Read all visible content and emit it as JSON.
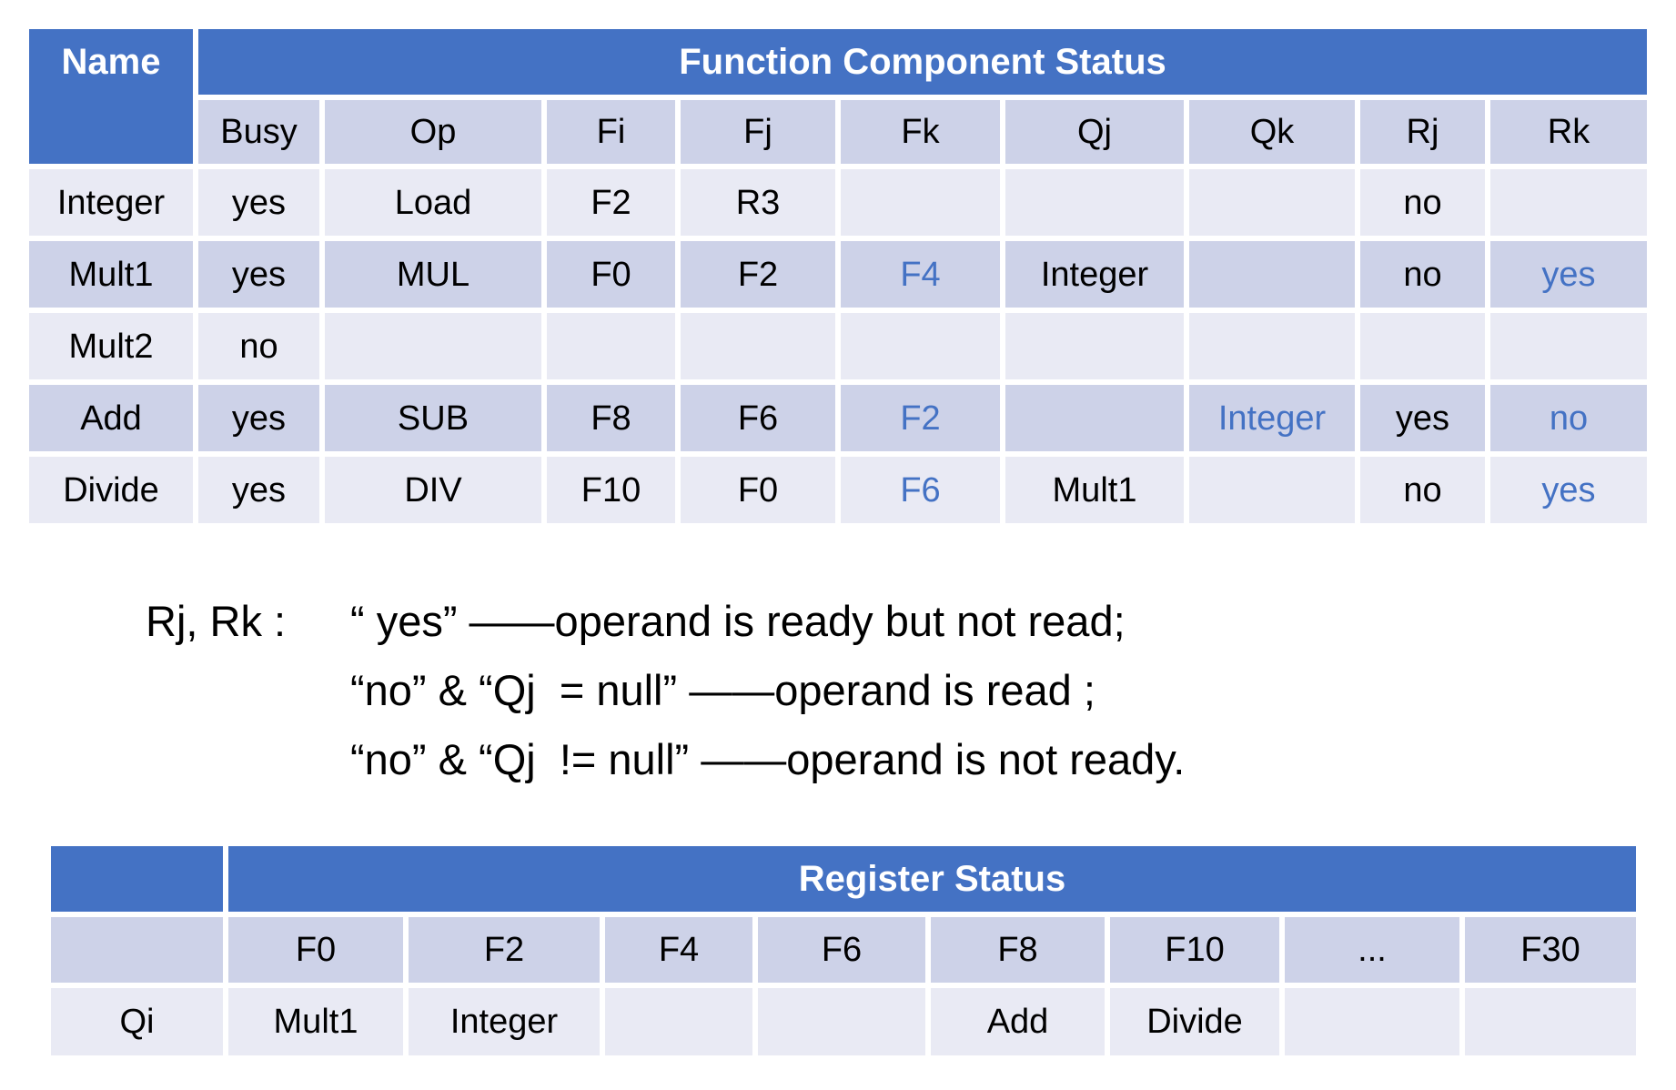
{
  "colors": {
    "accent": "#4472C4",
    "header_text": "#FFFFFF",
    "row_light": "#E9EAF4",
    "row_dark": "#CDD2E8",
    "text": "#000000",
    "blue_value_text": "#4472C4"
  },
  "function_table": {
    "name_header": "Name",
    "title": "Function Component Status",
    "columns": [
      "Busy",
      "Op",
      "Fi",
      "Fj",
      "Fk",
      "Qj",
      "Qk",
      "Rj",
      "Rk"
    ],
    "rows": [
      {
        "name": "Integer",
        "busy": "yes",
        "op": "Load",
        "fi": "F2",
        "fj": "R3",
        "fk": "",
        "qj": "",
        "qk": "",
        "rj": "no",
        "rk": ""
      },
      {
        "name": "Mult1",
        "busy": "yes",
        "op": "MUL",
        "fi": "F0",
        "fj": "F2",
        "fk": "F4",
        "qj": "Integer",
        "qk": "",
        "rj": "no",
        "rk": "yes"
      },
      {
        "name": "Mult2",
        "busy": "no",
        "op": "",
        "fi": "",
        "fj": "",
        "fk": "",
        "qj": "",
        "qk": "",
        "rj": "",
        "rk": ""
      },
      {
        "name": "Add",
        "busy": "yes",
        "op": "SUB",
        "fi": "F8",
        "fj": "F6",
        "fk": "F2",
        "qj": "",
        "qk": "Integer",
        "rj": "yes",
        "rk": "no"
      },
      {
        "name": "Divide",
        "busy": "yes",
        "op": "DIV",
        "fi": "F10",
        "fj": "F0",
        "fk": "F6",
        "qj": "Mult1",
        "qk": "",
        "rj": "no",
        "rk": "yes"
      }
    ]
  },
  "note": {
    "label": "Rj, Rk :",
    "lines": [
      "“ yes” ——operand is ready but not read;",
      "“no” & “Qj  = null” ——operand is read ;",
      "“no” & “Qj  != null” ——operand is not ready."
    ]
  },
  "register_table": {
    "title": "Register Status",
    "columns": [
      "F0",
      "F2",
      "F4",
      "F6",
      "F8",
      "F10",
      "...",
      "F30"
    ],
    "row_label": "Qi",
    "values": [
      "Mult1",
      "Integer",
      "",
      "",
      "Add",
      "Divide",
      "",
      ""
    ]
  }
}
